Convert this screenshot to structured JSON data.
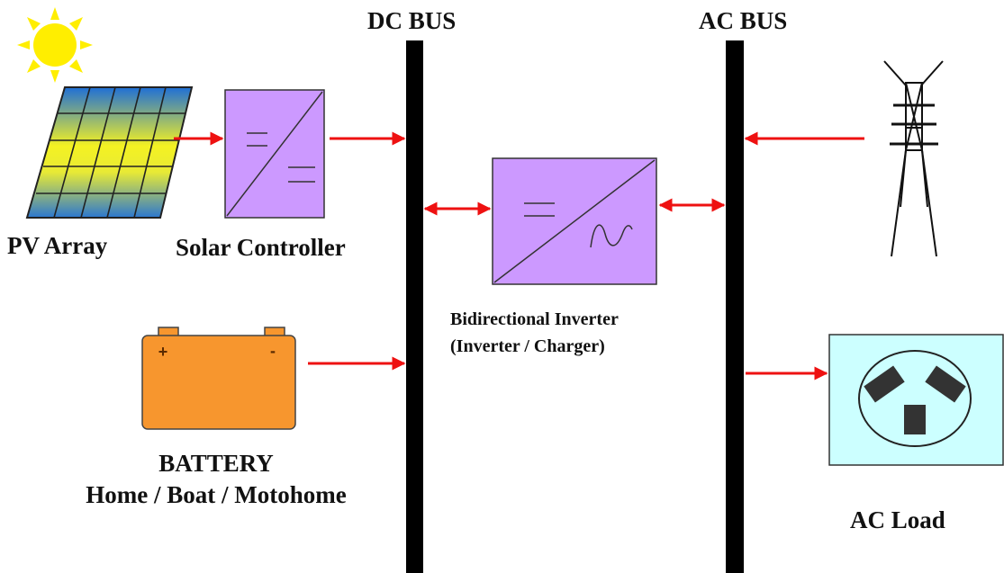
{
  "buses": {
    "dc_label": "DC BUS",
    "ac_label": "AC BUS"
  },
  "components": {
    "pv_array": "PV Array",
    "solar_controller": "Solar Controller",
    "inverter_line1": "Bidirectional Inverter",
    "inverter_line2": "(Inverter / Charger)",
    "battery_line1": "BATTERY",
    "battery_line2": "Home / Boat / Motohome",
    "ac_load": "AC Load"
  },
  "battery_terminals": {
    "positive": "+",
    "negative": "-"
  },
  "colors": {
    "bus": "#000000",
    "arrow": "#ee1111",
    "converter_fill": "#cc99ff",
    "battery_fill": "#f7962e",
    "load_fill": "#ccffff",
    "sun": "#ffee00",
    "panel_top": "#1f6fd6",
    "panel_mid": "#f4f222"
  },
  "icons": [
    "sun-icon",
    "solar-panel-icon",
    "dc-dc-converter-icon",
    "dc-ac-inverter-icon",
    "battery-icon",
    "transmission-tower-icon",
    "power-outlet-icon"
  ]
}
